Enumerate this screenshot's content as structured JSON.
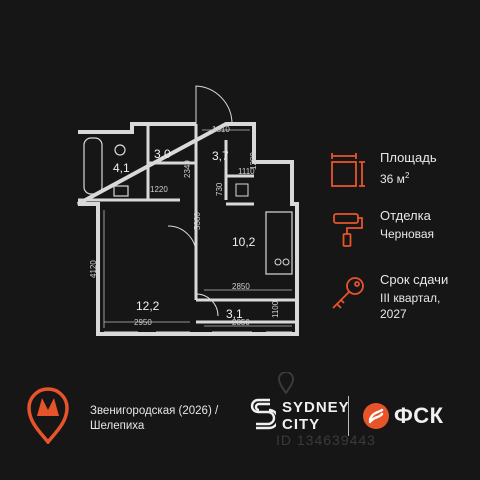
{
  "floorplan": {
    "rooms": [
      {
        "name": "bathroom",
        "area": "4,1"
      },
      {
        "name": "wc",
        "area": "3,0"
      },
      {
        "name": "hall",
        "area": "3,7"
      },
      {
        "name": "kitchen",
        "area": "10,2"
      },
      {
        "name": "living",
        "area": "12,2"
      },
      {
        "name": "balcony",
        "area": "3,1"
      }
    ],
    "dimensions": [
      "1810",
      "1280",
      "2340",
      "1110",
      "730",
      "1220",
      "5360",
      "4120",
      "2850",
      "2950",
      "2850",
      "1100"
    ]
  },
  "info": {
    "area_label": "Площадь",
    "area_value": "36 м",
    "area_unit_sup": "2",
    "finish_label": "Отделка",
    "finish_value": "Черновая",
    "deadline_label": "Срок сдачи",
    "deadline_line1": "III квартал,",
    "deadline_line2": "2027",
    "accent_color": "#e8542a"
  },
  "footer": {
    "metro_line1": "Звенигородская (2026) /",
    "metro_line2": "Шелепиха",
    "brand_sydney_line1": "SYDNEY",
    "brand_sydney_line2": "CITY",
    "brand_fsk": "ФСК",
    "watermark": "ID 134639443"
  }
}
